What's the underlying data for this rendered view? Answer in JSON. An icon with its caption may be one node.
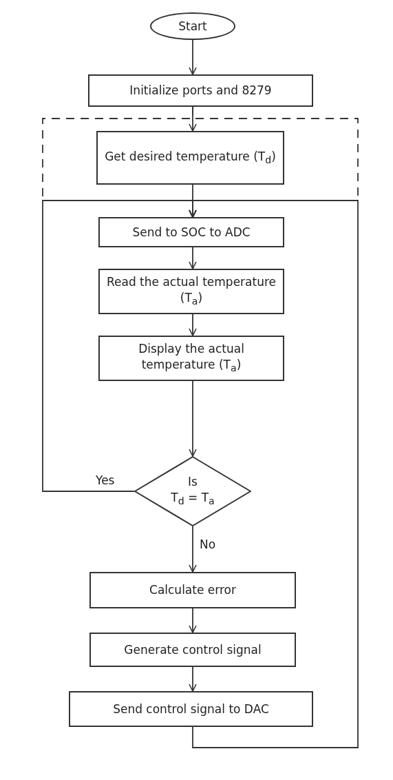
{
  "diagram": {
    "nodes": [
      {
        "text": [
          "Start"
        ]
      },
      {
        "text": [
          "Initialize ports and 8279"
        ]
      },
      {
        "text": [
          "Get desired temperature (T$_{d}$)"
        ]
      },
      {
        "text": [
          "Send to SOC to ADC"
        ]
      },
      {
        "text": [
          "Read the actual temperature (T$_{a}$)"
        ]
      },
      {
        "text": [
          "Display the actual temperature (T$_{a}$)"
        ]
      },
      {
        "text": [
          "Is",
          "T$_{d}$ = T$_{a}$"
        ]
      },
      {
        "text": [
          "Calculate error"
        ]
      },
      {
        "text": [
          "Generate control signal"
        ]
      },
      {
        "text": [
          "Send control signal to DAC"
        ]
      }
    ],
    "edges": [
      {
        "from": 0,
        "to": 1,
        "arrow": "to"
      },
      {
        "from": 1,
        "to": 2,
        "arrow": "to"
      },
      {
        "from": 2,
        "to": 3,
        "arrow": "to"
      },
      {
        "from": 3,
        "to": 4,
        "arrow": "to"
      },
      {
        "from": 4,
        "to": 5,
        "arrow": "to"
      },
      {
        "from": 5,
        "to": 6,
        "arrow": "to"
      },
      {
        "from": 6,
        "to": 3,
        "arrow": "to",
        "label": "Yes"
      },
      {
        "from": 6,
        "to": 7,
        "arrow": "to",
        "label": "No"
      },
      {
        "from": 7,
        "to": 8,
        "arrow": "to"
      },
      {
        "from": 8,
        "to": 9,
        "arrow": "to"
      },
      {
        "from": 9,
        "to": 3,
        "arrow": "to"
      },
      {
        "from": 1,
        "to": 3,
        "arrow": "to",
        "style": "dashed"
      },
      {
        "from": 1,
        "to": 3,
        "arrow": "to",
        "style": "dashed"
      }
    ]
  }
}
